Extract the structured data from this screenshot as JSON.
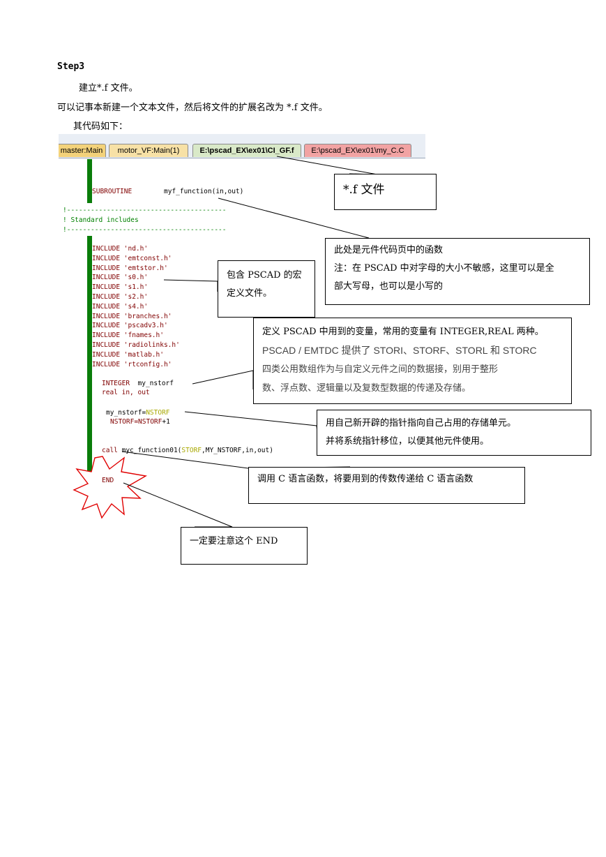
{
  "doc": {
    "step": "Step3",
    "line1": "建立*.f 文件。",
    "line2": "可以记事本新建一个文本文件，然后将文件的扩展名改为 *.f 文件。",
    "line3": "其代码如下："
  },
  "tabs": [
    {
      "label": "master:Main"
    },
    {
      "label": "motor_VF:Main(1)"
    },
    {
      "label": "E:\\pscad_EX\\ex01\\CI_GF.f"
    },
    {
      "label": "E:\\pscad_EX\\ex01\\my_C.C"
    }
  ],
  "code": {
    "subroutine_kw": "SUBROUTINE",
    "subroutine_name": "myf_function(in,out)",
    "comment_rule1": "!----------------------------------------",
    "comment_text": "! Standard includes",
    "comment_rule2": "!----------------------------------------",
    "includes": [
      "INCLUDE 'nd.h'",
      "INCLUDE 'emtconst.h'",
      "INCLUDE 'emtstor.h'",
      "INCLUDE 's0.h'",
      "INCLUDE 's1.h'",
      "INCLUDE 's2.h'",
      "INCLUDE 's4.h'",
      "INCLUDE 'branches.h'",
      "INCLUDE 'pscadv3.h'",
      "INCLUDE 'fnames.h'",
      "INCLUDE 'radiolinks.h'",
      "INCLUDE 'matlab.h'",
      "INCLUDE 'rtconfig.h'"
    ],
    "integer_kw": "INTEGER",
    "integer_var": "my_nstorf",
    "real_line": "real in, out",
    "assign1_lhs": "my_nstorf=",
    "assign1_rhs": "NSTORF",
    "assign2_lhs": "NSTORF=",
    "assign2_rhs": "NSTORF",
    "assign2_tail": "+1",
    "call_kw": "call",
    "call_fn": " myc_function01(",
    "call_arg1": "STORF",
    "call_rest": ",MY_NSTORF,in,out)",
    "end_kw": "END"
  },
  "callouts": {
    "file_box": "*.f  文件",
    "function_box_1": "此处是元件代码页中的函数",
    "function_box_2": "注：在 PSCAD 中对字母的大小不敏感，这里可以是全",
    "function_box_3": "部大写母，也可以是小写的",
    "include_box_1": "包含 PSCAD 的宏",
    "include_box_2": "定义文件。",
    "var_box_1": "定义 PSCAD 中用到的变量，常用的变量有 INTEGER,REAL 两种。",
    "var_box_2": "PSCAD / EMTDC 提供了 STORI、STORF、STORL 和 STORC",
    "var_box_3": "四类公用数组作为与自定义元件之间的数据接，别用于整形",
    "var_box_4": "数、浮点数、逻辑量以及复数型数据的传递及存储。",
    "pointer_box_1": "用自己新开辟的指针指向自己占用的存储单元。",
    "pointer_box_2": "并将系统指针移位，以便其他元件使用。",
    "call_box": "调用 C 语言函数，将要用到的传数传递给 C 语言函数",
    "end_box": "一定要注意这个 END"
  },
  "colors": {
    "keyword": "#800000",
    "comment": "#008000",
    "gutter": "#0a7d0a",
    "star": "#e00000"
  }
}
